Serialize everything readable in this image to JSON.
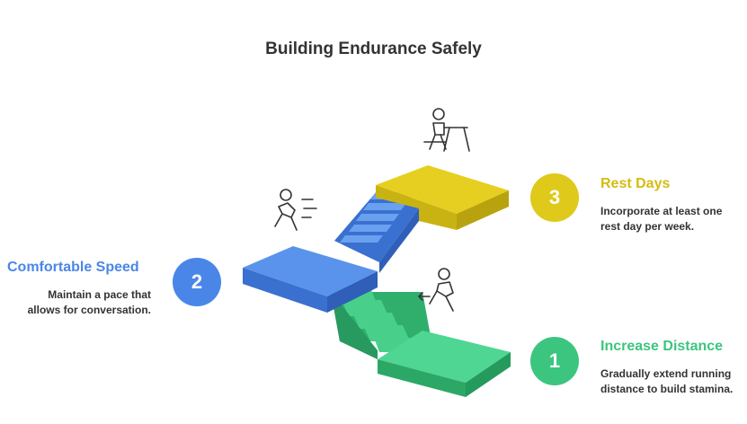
{
  "title": "Building Endurance Safely",
  "steps": [
    {
      "number": "1",
      "title": "Increase Distance",
      "desc_lines": [
        "Gradually extend running",
        "distance to build stamina."
      ],
      "color": "#3cc57f",
      "icon": "running-person-icon"
    },
    {
      "number": "2",
      "title": "Comfortable Speed",
      "desc_lines": [
        "Maintain a pace that",
        "allows for conversation."
      ],
      "color": "#4a86e8",
      "icon": "jogging-person-icon"
    },
    {
      "number": "3",
      "title": "Rest Days",
      "desc_lines": [
        "Incorporate at least one",
        "rest day per week."
      ],
      "color": "#dfc91a",
      "icon": "person-at-picnic-table-icon"
    }
  ]
}
